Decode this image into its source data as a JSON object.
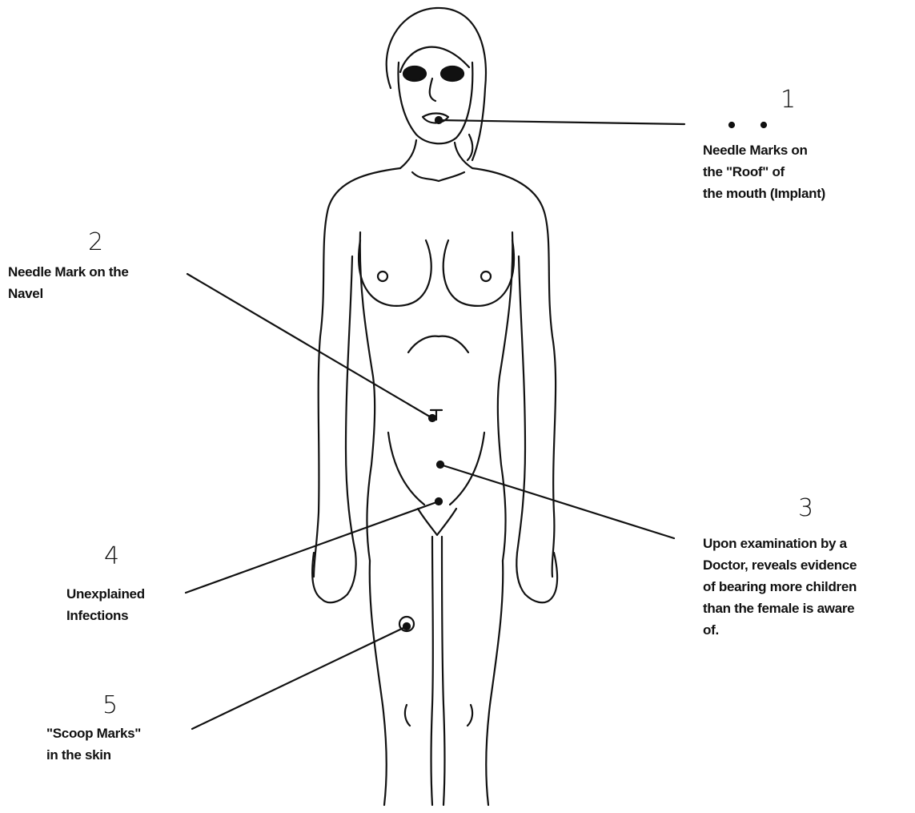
{
  "annotations": [
    {
      "number": "1",
      "lines": [
        "Needle Marks on",
        "the \"Roof\" of",
        "the mouth (Implant)"
      ]
    },
    {
      "number": "2",
      "lines": [
        "Needle Mark on the",
        "Navel"
      ]
    },
    {
      "number": "3",
      "lines": [
        "Upon examination by a",
        "Doctor, reveals evidence",
        "of bearing more children",
        "than the female is aware",
        "of."
      ]
    },
    {
      "number": "4",
      "lines": [
        "Unexplained",
        "Infections"
      ]
    },
    {
      "number": "5",
      "lines": [
        "\"Scoop Marks\"",
        "in the skin"
      ]
    }
  ],
  "colors": {
    "ink": "#111111",
    "paper": "#ffffff"
  }
}
